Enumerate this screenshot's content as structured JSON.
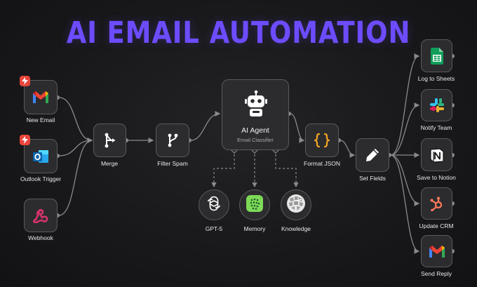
{
  "title": "AI EMAIL AUTOMATION",
  "colors": {
    "accent": "#6d4cff",
    "node_bg": "#2c2c2f",
    "node_border": "#5a5a5e",
    "wire": "#8a8a8e",
    "trigger_badge": "#e8453c"
  },
  "nodes": {
    "new_email": {
      "label": "New Email",
      "icon": "gmail-icon"
    },
    "outlook_trigger": {
      "label": "Outlook Trigger",
      "icon": "outlook-icon"
    },
    "webhook": {
      "label": "Webhook",
      "icon": "webhook-icon"
    },
    "merge": {
      "label": "Merge",
      "icon": "merge-icon"
    },
    "filter_spam": {
      "label": "Filter Spam",
      "icon": "filter-branch-icon"
    },
    "ai_agent": {
      "label": "AI Agent",
      "sublabel": "Email Classifier",
      "icon": "robot-icon"
    },
    "gpt5": {
      "label": "GPT-5",
      "icon": "openai-icon"
    },
    "memory": {
      "label": "Memory",
      "icon": "memory-chip-icon"
    },
    "knowledge": {
      "label": "Knowledge",
      "icon": "wikipedia-icon"
    },
    "format_json": {
      "label": "Format JSON",
      "icon": "curly-braces-icon"
    },
    "set_fields": {
      "label": "Set Fields",
      "icon": "pencil-icon"
    },
    "log_sheets": {
      "label": "Log to Sheets",
      "icon": "google-sheets-icon"
    },
    "notify_team": {
      "label": "Notify Team",
      "icon": "slack-icon"
    },
    "save_notion": {
      "label": "Save to Notion",
      "icon": "notion-icon"
    },
    "update_crm": {
      "label": "Update CRM",
      "icon": "hubspot-icon"
    },
    "send_reply": {
      "label": "Send Reply",
      "icon": "gmail-icon"
    }
  }
}
